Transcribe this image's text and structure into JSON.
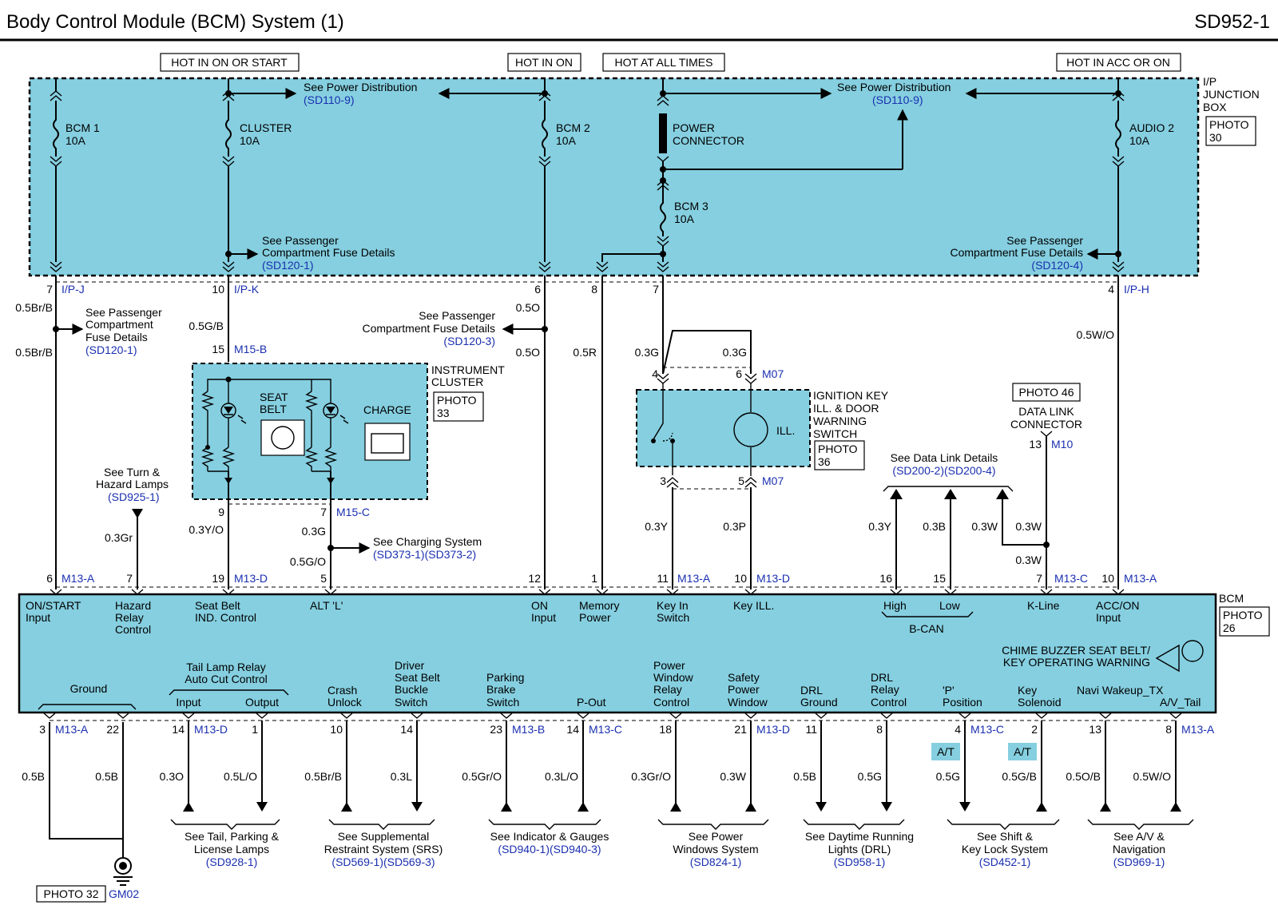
{
  "header": {
    "title": "Body Control Module (BCM) System (1)",
    "code": "SD952-1"
  },
  "hot_labels": {
    "on_or_start": "HOT IN ON OR START",
    "on": "HOT IN ON",
    "all_times": "HOT AT ALL TIMES",
    "acc_or_on": "HOT IN ACC OR ON"
  },
  "jb": {
    "label": [
      "I/P",
      "JUNCTION",
      "BOX"
    ],
    "photo": [
      "PHOTO",
      "30"
    ],
    "see_power_1": "See Power Distribution",
    "see_power_1_ref": "(SD110-9)",
    "see_power_2": "See Power Distribution",
    "see_power_2_ref": "(SD110-9)",
    "fuses": {
      "bcm1": [
        "BCM 1",
        "10A"
      ],
      "cluster": [
        "CLUSTER",
        "10A"
      ],
      "bcm2": [
        "BCM 2",
        "10A"
      ],
      "power_conn": [
        "POWER",
        "CONNECTOR"
      ],
      "bcm3": [
        "BCM 3",
        "10A"
      ],
      "audio2": [
        "AUDIO 2",
        "10A"
      ]
    },
    "pcfd_1": [
      "See Passenger",
      "Compartment Fuse Details"
    ],
    "pcfd_1_ref": "(SD120-1)",
    "pcfd_4": [
      "See Passenger",
      "Compartment Fuse Details"
    ],
    "pcfd_4_ref": "(SD120-4)"
  },
  "jb_pins": {
    "p7": "7",
    "c7": "I/P-J",
    "p10": "10",
    "c10": "I/P-K",
    "p6": "6",
    "p8": "8",
    "p7b": "7",
    "p4": "4",
    "c4": "I/P-H"
  },
  "wires_upper": {
    "w1a": "0.5Br/B",
    "w1b": "0.5Br/B",
    "w2": "0.5G/B",
    "w3a": "0.5O",
    "w3b": "0.5O",
    "w4": "0.5R",
    "w5": "0.3G",
    "w6": "0.3G",
    "w7": "0.5W/O"
  },
  "pcfd_left": [
    "See Passenger",
    "Compartment",
    "Fuse Details"
  ],
  "pcfd_left_ref": "(SD120-1)",
  "pcfd_mid": [
    "See Passenger",
    "Compartment Fuse Details"
  ],
  "pcfd_mid_ref": "(SD120-3)",
  "cluster": {
    "pin15": "15",
    "conn15": "M15-B",
    "title": [
      "INSTRUMENT",
      "CLUSTER"
    ],
    "photo": [
      "PHOTO",
      "33"
    ],
    "seat_belt": [
      "SEAT",
      "BELT"
    ],
    "charge": "CHARGE",
    "pin9": "9",
    "pin7": "7",
    "conn7": "M15-C"
  },
  "turn": [
    "See Turn &",
    "Hazard Lamps"
  ],
  "turn_ref": "(SD925-1)",
  "ign": {
    "pin4": "4",
    "pin6": "6",
    "conn6": "M07",
    "pin3": "3",
    "pin5": "5",
    "conn5": "M07",
    "ill": "ILL.",
    "title": [
      "IGNITION KEY",
      "ILL. & DOOR",
      "WARNING",
      "SWITCH"
    ],
    "photo": [
      "PHOTO",
      "36"
    ]
  },
  "dlc": {
    "photo": "PHOTO 46",
    "title": [
      "DATA LINK",
      "CONNECTOR"
    ],
    "pin13": "13",
    "conn13": "M10",
    "see": "See Data Link Details",
    "see_ref": "(SD200-2)(SD200-4)"
  },
  "wires_mid": {
    "gr": "0.3Gr",
    "yo": "0.3Y/O",
    "g": "0.3G",
    "go": "0.5G/O",
    "y": "0.3Y",
    "p": "0.3P",
    "y2": "0.3Y",
    "b2": "0.3B",
    "w2": "0.3W",
    "w3": "0.3W",
    "w4": "0.3W"
  },
  "charging": "See Charging System",
  "charging_ref": "(SD373-1)(SD373-2)",
  "bcm_top_pins": [
    {
      "pin": "6",
      "conn": "M13-A"
    },
    {
      "pin": "7",
      "conn": ""
    },
    {
      "pin": "19",
      "conn": "M13-D"
    },
    {
      "pin": "5",
      "conn": ""
    },
    {
      "pin": "12",
      "conn": ""
    },
    {
      "pin": "1",
      "conn": ""
    },
    {
      "pin": "11",
      "conn": "M13-A"
    },
    {
      "pin": "10",
      "conn": "M13-D"
    },
    {
      "pin": "16",
      "conn": ""
    },
    {
      "pin": "15",
      "conn": ""
    },
    {
      "pin": "7",
      "conn": "M13-C"
    },
    {
      "pin": "10",
      "conn": "M13-A"
    }
  ],
  "bcm": {
    "label": "BCM",
    "photo": [
      "PHOTO",
      "26"
    ],
    "top_labels": [
      [
        "ON/START",
        "Input"
      ],
      [
        "Hazard",
        "Relay",
        "Control"
      ],
      [
        "Seat Belt",
        "IND. Control"
      ],
      [
        "ALT 'L'"
      ],
      [
        "ON",
        "Input"
      ],
      [
        "Memory",
        "Power"
      ],
      [
        "Key In",
        "Switch"
      ],
      [
        "Key ILL."
      ],
      [
        "High"
      ],
      [
        "Low"
      ],
      [
        "K-Line"
      ],
      [
        "ACC/ON",
        "Input"
      ]
    ],
    "bcan": "B-CAN",
    "chime": [
      "CHIME BUZZER SEAT BELT/",
      "KEY OPERATING WARNING"
    ],
    "bottom_labels": {
      "ground": "Ground",
      "tail": [
        "Tail Lamp Relay",
        "Auto Cut Control"
      ],
      "input": "Input",
      "output": "Output",
      "crash": [
        "Crash",
        "Unlock"
      ],
      "driver": [
        "Driver",
        "Seat Belt",
        "Buckle",
        "Switch"
      ],
      "parking": [
        "Parking",
        "Brake",
        "Switch"
      ],
      "pout": "P-Out",
      "pwrc": [
        "Power",
        "Window",
        "Relay",
        "Control"
      ],
      "spw": [
        "Safety",
        "Power",
        "Window"
      ],
      "drlg": [
        "DRL",
        "Ground"
      ],
      "drlr": [
        "DRL",
        "Relay",
        "Control"
      ],
      "ppos": [
        "'P'",
        "Position"
      ],
      "keysol": [
        "Key",
        "Solenoid"
      ],
      "navi": "Navi Wakeup_TX",
      "avtail": "A/V_Tail"
    }
  },
  "bcm_bottom_pins": [
    {
      "pin": "3",
      "conn": "M13-A"
    },
    {
      "pin": "22",
      "conn": ""
    },
    {
      "pin": "14",
      "conn": "M13-D"
    },
    {
      "pin": "1",
      "conn": ""
    },
    {
      "pin": "10",
      "conn": ""
    },
    {
      "pin": "14",
      "conn": ""
    },
    {
      "pin": "23",
      "conn": "M13-B"
    },
    {
      "pin": "14",
      "conn": "M13-C"
    },
    {
      "pin": "18",
      "conn": ""
    },
    {
      "pin": "21",
      "conn": "M13-D"
    },
    {
      "pin": "11",
      "conn": ""
    },
    {
      "pin": "8",
      "conn": ""
    },
    {
      "pin": "4",
      "conn": "M13-C"
    },
    {
      "pin": "2",
      "conn": ""
    },
    {
      "pin": "13",
      "conn": ""
    },
    {
      "pin": "8",
      "conn": "M13-A"
    }
  ],
  "wires_lower": [
    "0.5B",
    "0.5B",
    "0.3O",
    "0.5L/O",
    "0.5Br/B",
    "0.3L",
    "0.5Gr/O",
    "0.3L/O",
    "0.3Gr/O",
    "0.3W",
    "0.5B",
    "0.5G",
    "0.5G",
    "0.5G/B",
    "0.5O/B",
    "0.5W/O"
  ],
  "at_labels": [
    "A/T",
    "A/T"
  ],
  "refs": [
    {
      "text": [
        "See Tail, Parking &",
        "License Lamps"
      ],
      "ref": "(SD928-1)"
    },
    {
      "text": [
        "See Supplemental",
        "Restraint System (SRS)"
      ],
      "ref": "(SD569-1)(SD569-3)"
    },
    {
      "text": [
        "See Indicator & Gauges"
      ],
      "ref": "(SD940-1)(SD940-3)"
    },
    {
      "text": [
        "See Power",
        "Windows System"
      ],
      "ref": "(SD824-1)"
    },
    {
      "text": [
        "See Daytime Running",
        "Lights (DRL)"
      ],
      "ref": "(SD958-1)"
    },
    {
      "text": [
        "See Shift &",
        "Key Lock System"
      ],
      "ref": "(SD452-1)"
    },
    {
      "text": [
        "See A/V &",
        "Navigation"
      ],
      "ref": "(SD969-1)"
    }
  ],
  "ground": {
    "photo": "PHOTO 32",
    "conn": "GM02"
  }
}
